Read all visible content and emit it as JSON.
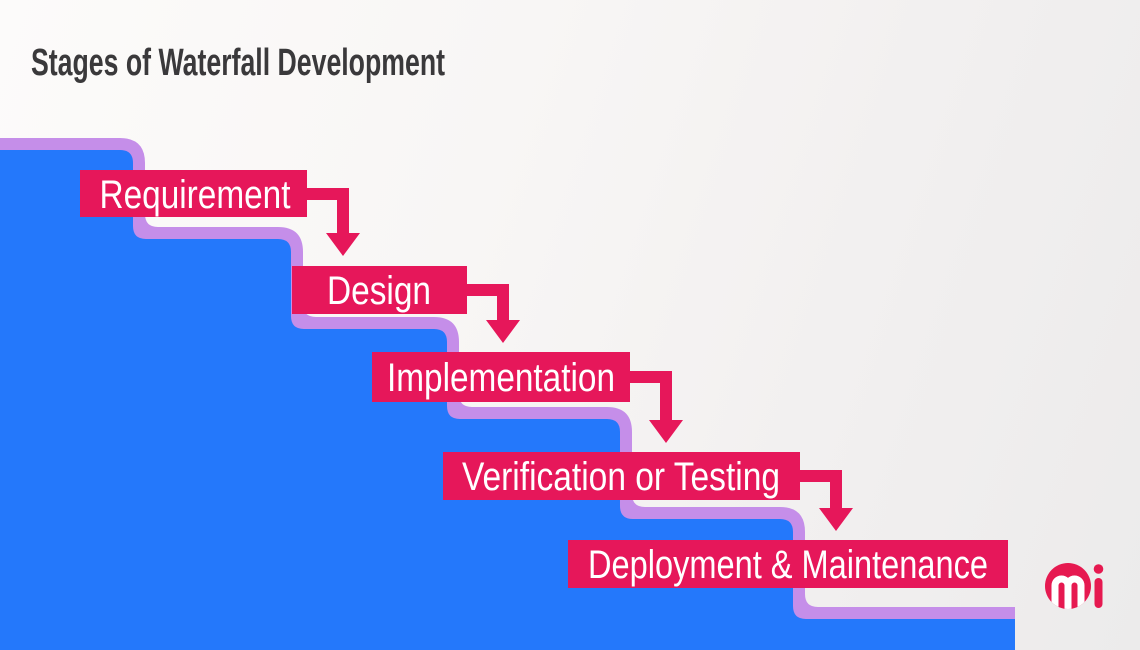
{
  "title": "Stages of Waterfall Development",
  "diagram": {
    "type": "waterfall-stairs",
    "stages": [
      {
        "label": "Requirement"
      },
      {
        "label": "Design"
      },
      {
        "label": "Implementation"
      },
      {
        "label": "Verification or Testing"
      },
      {
        "label": "Deployment & Maintenance"
      }
    ],
    "flow": "top-left to bottom-right, each stage connected to the next by a downward arrow"
  },
  "colors": {
    "waterfall_fill_blue": "#2478fb",
    "stair_border_purple": "#c58ee9",
    "stage_box_pink": "#e6175a",
    "arrow_pink": "#e6175a",
    "title_color": "#3a393b",
    "logo_pink": "#e61950",
    "background_light": "#f6f4f3"
  },
  "logo": {
    "letters": "mi"
  }
}
